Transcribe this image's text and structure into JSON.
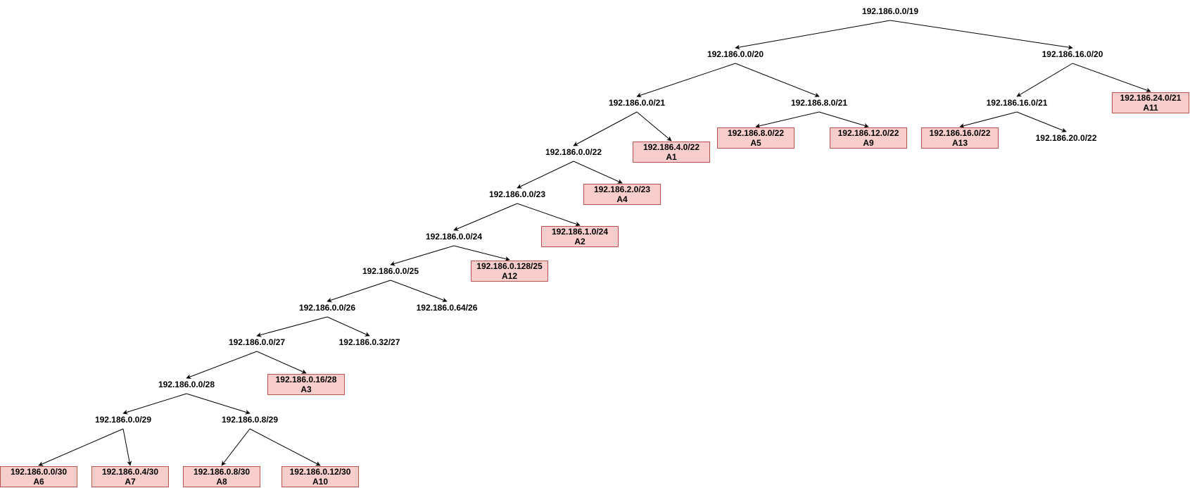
{
  "colors": {
    "box_fill": "#f8cecc",
    "box_border": "#b85450",
    "edge": "#000000",
    "text": "#000000"
  },
  "nodes": [
    {
      "id": "n19",
      "label": "192.186.0.0/19",
      "tag": ""
    },
    {
      "id": "n20a",
      "label": "192.186.0.0/20",
      "tag": ""
    },
    {
      "id": "n20b",
      "label": "192.186.16.0/20",
      "tag": ""
    },
    {
      "id": "n21a",
      "label": "192.186.0.0/21",
      "tag": ""
    },
    {
      "id": "n21b",
      "label": "192.186.8.0/21",
      "tag": ""
    },
    {
      "id": "n21c",
      "label": "192.186.16.0/21",
      "tag": ""
    },
    {
      "id": "n21d",
      "label": "192.186.24.0/21",
      "tag": "A11"
    },
    {
      "id": "n22a",
      "label": "192.186.0.0/22",
      "tag": ""
    },
    {
      "id": "n22b",
      "label": "192.186.4.0/22",
      "tag": "A1"
    },
    {
      "id": "n22c",
      "label": "192.186.8.0/22",
      "tag": "A5"
    },
    {
      "id": "n22d",
      "label": "192.186.12.0/22",
      "tag": "A9"
    },
    {
      "id": "n22e",
      "label": "192.186.16.0/22",
      "tag": "A13"
    },
    {
      "id": "n22f",
      "label": "192.186.20.0/22",
      "tag": ""
    },
    {
      "id": "n23a",
      "label": "192.186.0.0/23",
      "tag": ""
    },
    {
      "id": "n23b",
      "label": "192.186.2.0/23",
      "tag": "A4"
    },
    {
      "id": "n24a",
      "label": "192.186.0.0/24",
      "tag": ""
    },
    {
      "id": "n24b",
      "label": "192.186.1.0/24",
      "tag": "A2"
    },
    {
      "id": "n25a",
      "label": "192.186.0.0/25",
      "tag": ""
    },
    {
      "id": "n25b",
      "label": "192.186.0.128/25",
      "tag": "A12"
    },
    {
      "id": "n26a",
      "label": "192.186.0.0/26",
      "tag": ""
    },
    {
      "id": "n26b",
      "label": "192.186.0.64/26",
      "tag": ""
    },
    {
      "id": "n27a",
      "label": "192.186.0.0/27",
      "tag": ""
    },
    {
      "id": "n27b",
      "label": "192.186.0.32/27",
      "tag": ""
    },
    {
      "id": "n28a",
      "label": "192.186.0.0/28",
      "tag": ""
    },
    {
      "id": "n28b",
      "label": "192.186.0.16/28",
      "tag": "A3"
    },
    {
      "id": "n29a",
      "label": "192.186.0.0/29",
      "tag": ""
    },
    {
      "id": "n29b",
      "label": "192.186.0.8/29",
      "tag": ""
    },
    {
      "id": "n30a",
      "label": "192.186.0.0/30",
      "tag": "A6"
    },
    {
      "id": "n30b",
      "label": "192.186.0.4/30",
      "tag": "A7"
    },
    {
      "id": "n30c",
      "label": "192.186.0.8/30",
      "tag": "A8"
    },
    {
      "id": "n30d",
      "label": "192.186.0.12/30",
      "tag": "A10"
    }
  ],
  "edges": [
    [
      "n19",
      "n20a"
    ],
    [
      "n19",
      "n20b"
    ],
    [
      "n20a",
      "n21a"
    ],
    [
      "n20a",
      "n21b"
    ],
    [
      "n20b",
      "n21c"
    ],
    [
      "n20b",
      "n21d"
    ],
    [
      "n21a",
      "n22a"
    ],
    [
      "n21a",
      "n22b"
    ],
    [
      "n21b",
      "n22c"
    ],
    [
      "n21b",
      "n22d"
    ],
    [
      "n21c",
      "n22e"
    ],
    [
      "n21c",
      "n22f"
    ],
    [
      "n22a",
      "n23a"
    ],
    [
      "n22a",
      "n23b"
    ],
    [
      "n23a",
      "n24a"
    ],
    [
      "n23a",
      "n24b"
    ],
    [
      "n24a",
      "n25a"
    ],
    [
      "n24a",
      "n25b"
    ],
    [
      "n25a",
      "n26a"
    ],
    [
      "n25a",
      "n26b"
    ],
    [
      "n26a",
      "n27a"
    ],
    [
      "n26a",
      "n27b"
    ],
    [
      "n27a",
      "n28a"
    ],
    [
      "n27a",
      "n28b"
    ],
    [
      "n28a",
      "n29a"
    ],
    [
      "n28a",
      "n29b"
    ],
    [
      "n29a",
      "n30a"
    ],
    [
      "n29a",
      "n30b"
    ],
    [
      "n29b",
      "n30c"
    ],
    [
      "n29b",
      "n30d"
    ]
  ]
}
